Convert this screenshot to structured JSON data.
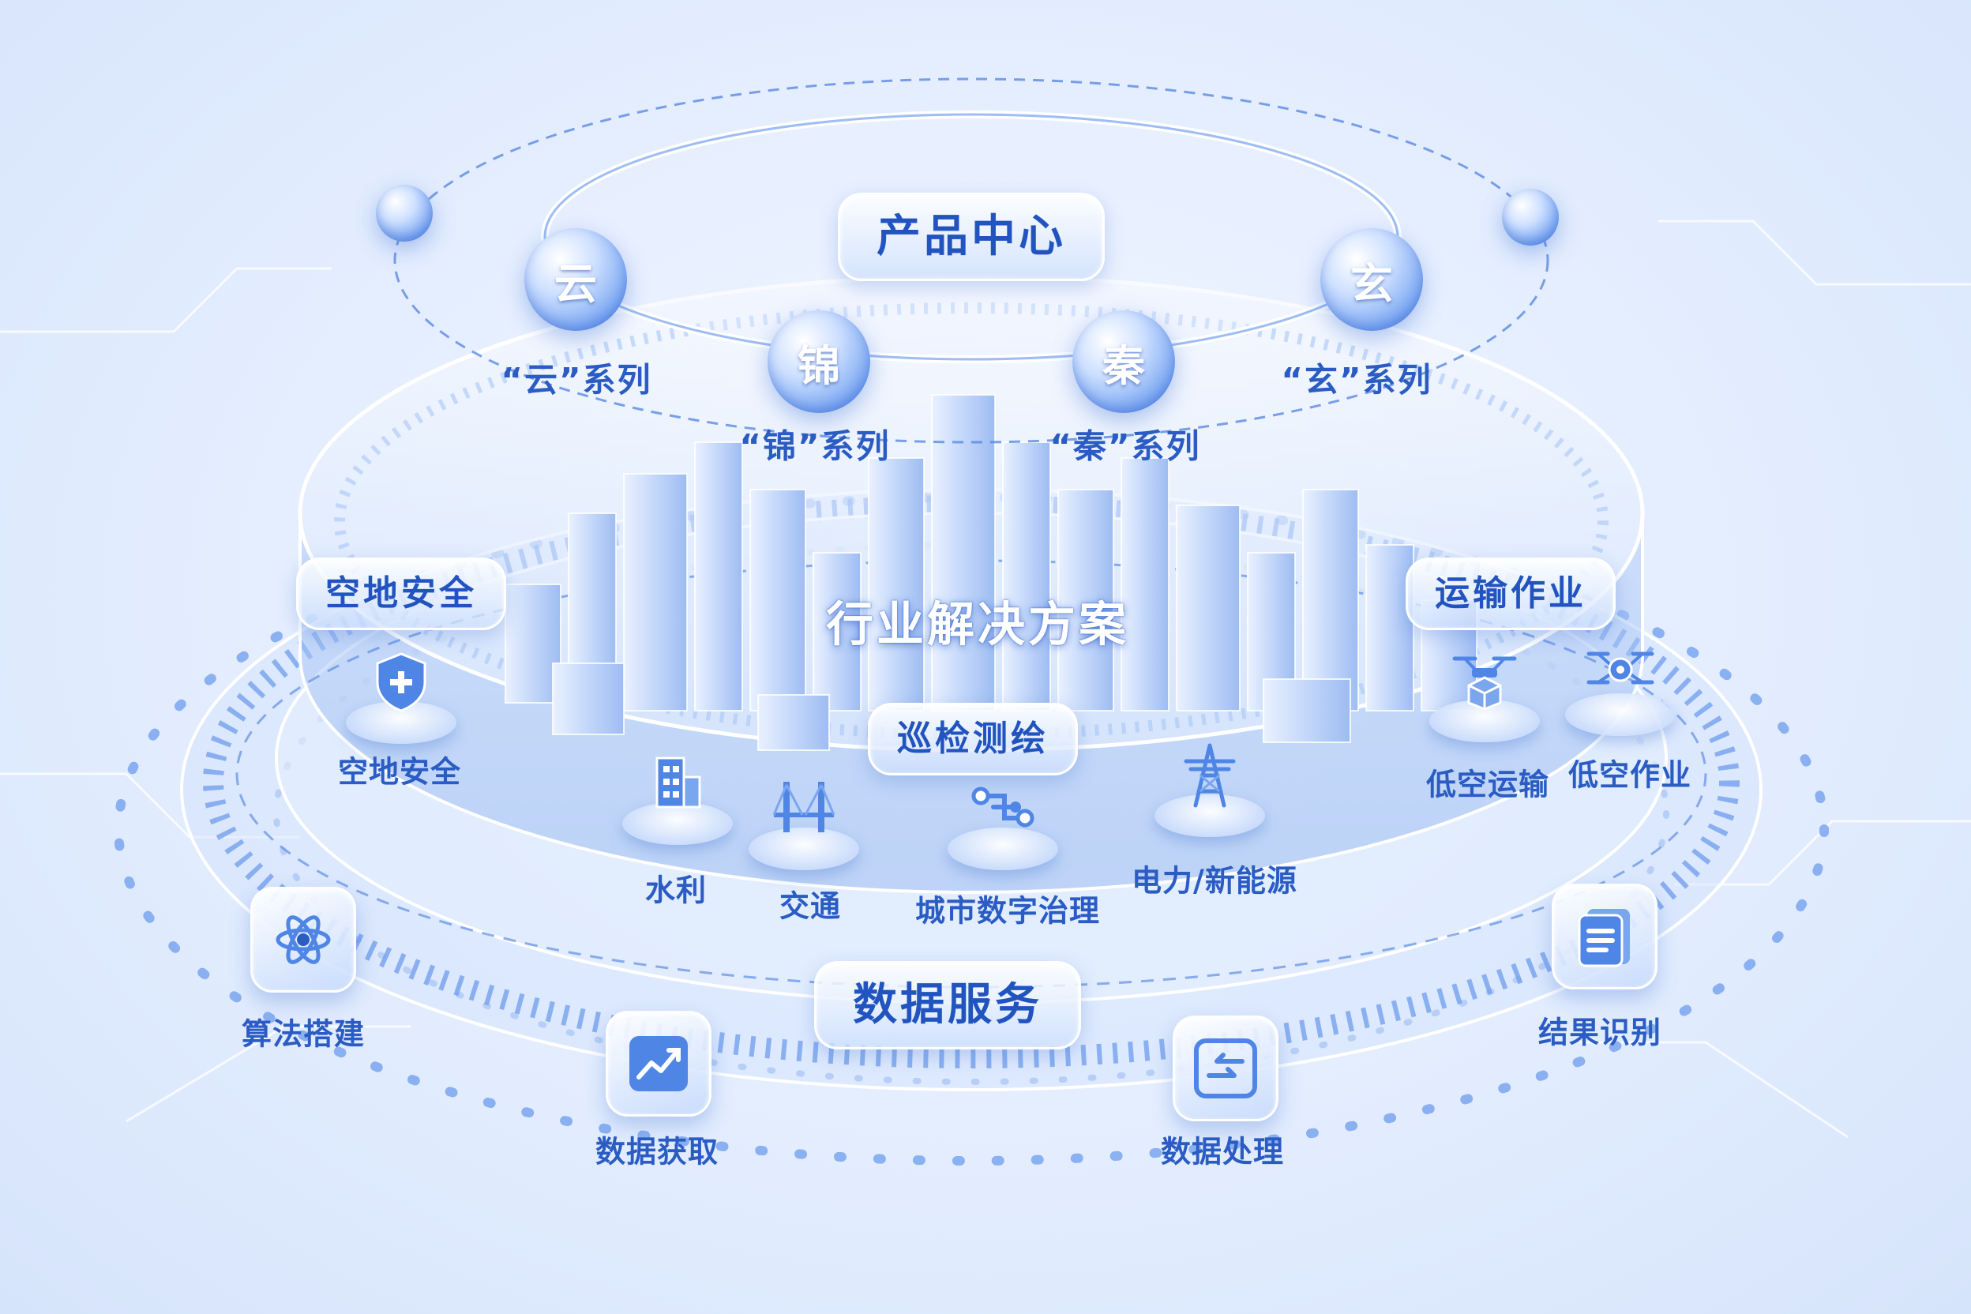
{
  "colors": {
    "primary": "#2a5cc4",
    "accent": "#4f86e6",
    "background": "#e6efff"
  },
  "product_center": {
    "title": "产品中心",
    "orbs": {
      "yun": "云",
      "jin": "锦",
      "qin": "秦",
      "xuan": "玄"
    },
    "series_labels": {
      "yun": "“云”系列",
      "jin": "“锦”系列",
      "qin": "“秦”系列",
      "xuan": "“玄”系列"
    }
  },
  "industry_solutions": {
    "title": "行业解决方案",
    "groups": {
      "ground_security": {
        "title": "空地安全",
        "items": [
          {
            "label": "空地安全",
            "icon": "shield-plus-icon"
          }
        ]
      },
      "inspection": {
        "title": "巡检测绘",
        "items": [
          {
            "label": "水利",
            "icon": "building-icon"
          },
          {
            "label": "交通",
            "icon": "bridge-icon"
          },
          {
            "label": "城市数字治理",
            "icon": "network-nodes-icon"
          },
          {
            "label": "电力/新能源",
            "icon": "power-tower-icon"
          }
        ]
      },
      "transport": {
        "title": "运输作业",
        "items": [
          {
            "label": "低空运输",
            "icon": "cargo-drone-icon"
          },
          {
            "label": "低空作业",
            "icon": "work-drone-icon"
          }
        ]
      }
    }
  },
  "data_services": {
    "title": "数据服务",
    "items": [
      {
        "label": "算法搭建",
        "icon": "atom-icon"
      },
      {
        "label": "数据获取",
        "icon": "trend-chart-icon"
      },
      {
        "label": "数据处理",
        "icon": "data-transfer-icon"
      },
      {
        "label": "结果识别",
        "icon": "document-list-icon"
      }
    ]
  }
}
